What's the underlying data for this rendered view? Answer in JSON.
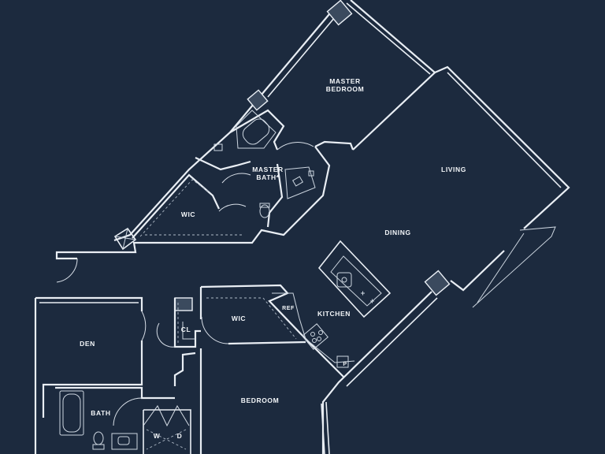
{
  "rooms": {
    "master_bedroom": [
      "MASTER",
      "BEDROOM"
    ],
    "master_bath": [
      "MASTER",
      "BATH*"
    ],
    "living": "LIVING",
    "dining": "DINING",
    "wic_master": "WIC",
    "wic_bedroom": "WIC",
    "kitchen": "KITCHEN",
    "den": "DEN",
    "closet": "CL",
    "bedroom": "BEDROOM",
    "bath": "BATH"
  },
  "fixtures": {
    "refrigerator": "REF",
    "pantry": "P",
    "washer": "W",
    "dryer": "D"
  },
  "colors": {
    "background": "#1c2a3e",
    "lines": "#e9eef4"
  }
}
